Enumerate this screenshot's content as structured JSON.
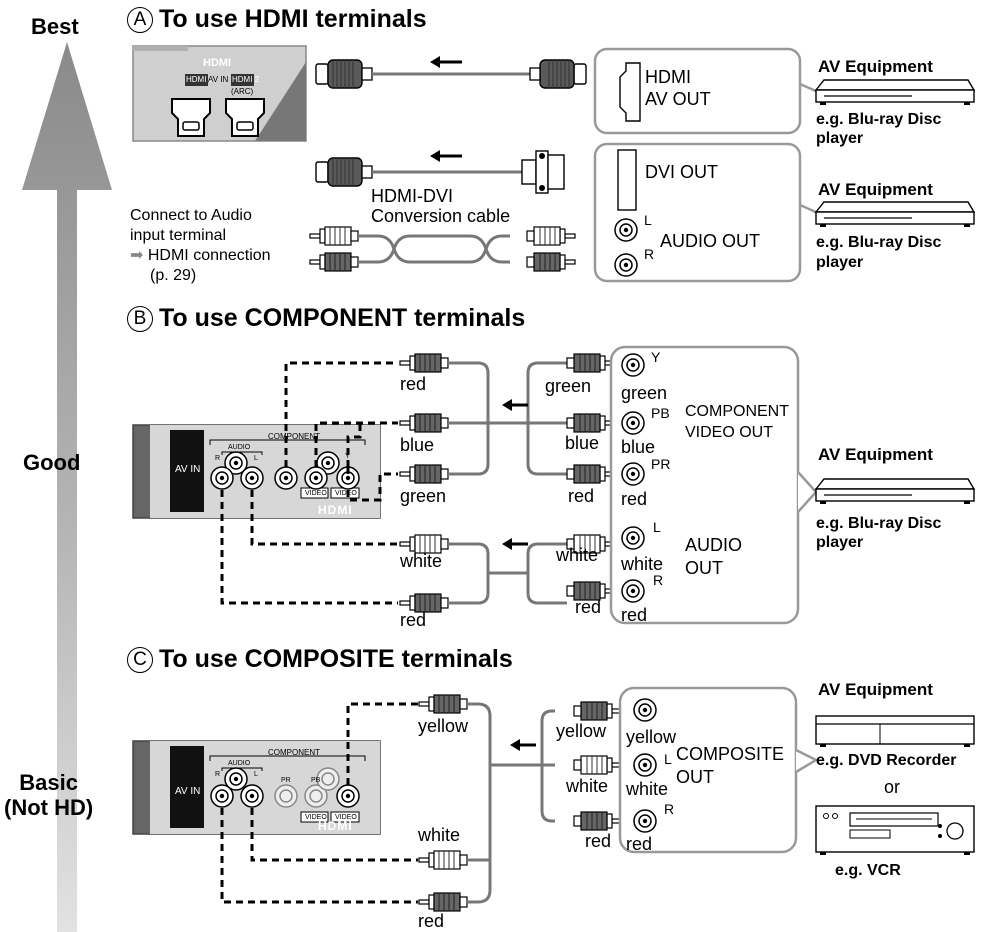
{
  "side_labels": {
    "best": "Best",
    "good": "Good",
    "basic": "Basic\n(Not HD)"
  },
  "section_a": {
    "letter": "A",
    "title": "To use HDMI terminals",
    "tv_panel": {
      "logo": "HDMI",
      "hdmi1": "HDMI 1",
      "av_in": "AV IN",
      "hdmi2": "HDMI 2",
      "arc": "(ARC)"
    },
    "hdmi_out_box": {
      "line1": "HDMI",
      "line2": "AV OUT"
    },
    "dvi_box": {
      "dvi_out": "DVI OUT",
      "l": "L",
      "audio_out": "AUDIO OUT",
      "r": "R"
    },
    "conversion_cable": {
      "line1": "HDMI-DVI",
      "line2": "Conversion cable"
    },
    "note": {
      "line1": "Connect to Audio",
      "line2": "input terminal",
      "line3": "HDMI connection",
      "line4": "(p. 29)"
    },
    "equipment": [
      {
        "title": "AV Equipment",
        "eg_line1": "e.g. Blu-ray Disc",
        "eg_line2": "player"
      },
      {
        "title": "AV Equipment",
        "eg_line1": "e.g. Blu-ray Disc",
        "eg_line2": "player"
      }
    ]
  },
  "section_b": {
    "letter": "B",
    "title": "To use COMPONENT terminals",
    "tv_panel": {
      "av_in": "AV IN",
      "component": "COMPONENT",
      "audio": "AUDIO",
      "r": "R",
      "l": "L",
      "y": "Y",
      "video": "VIDEO",
      "logo": "HDMI"
    },
    "plug_labels_left": [
      "red",
      "blue",
      "green",
      "white",
      "red"
    ],
    "plug_labels_right": [
      "green",
      "blue",
      "red",
      "white",
      "red"
    ],
    "box_colors": [
      "green",
      "blue",
      "red",
      "white",
      "red"
    ],
    "jack_marks": [
      "Y",
      "PB",
      "PR",
      "L",
      "R"
    ],
    "component_video_out": {
      "line1": "COMPONENT",
      "line2": "VIDEO OUT"
    },
    "audio_out": {
      "line1": "AUDIO",
      "line2": "OUT"
    },
    "equipment": {
      "title": "AV Equipment",
      "eg_line1": "e.g. Blu-ray Disc",
      "eg_line2": "player"
    }
  },
  "section_c": {
    "letter": "C",
    "title": "To use COMPOSITE terminals",
    "tv_panel": {
      "av_in": "AV IN",
      "component": "COMPONENT",
      "audio": "AUDIO",
      "r": "R",
      "l": "L",
      "pr": "PR",
      "pb": "PB",
      "video": "VIDEO",
      "logo": "HDMI"
    },
    "plug_labels_left": [
      "yellow",
      "white",
      "red"
    ],
    "plug_labels_right": [
      "yellow",
      "white",
      "red"
    ],
    "box_colors": [
      "yellow",
      "white",
      "red"
    ],
    "jack_marks": [
      "L",
      "R"
    ],
    "composite_out": {
      "line1": "COMPOSITE",
      "line2": "OUT"
    },
    "equipment": {
      "title": "AV Equipment",
      "eg1": "e.g. DVD Recorder",
      "or": "or",
      "eg2": "e.g. VCR"
    }
  }
}
